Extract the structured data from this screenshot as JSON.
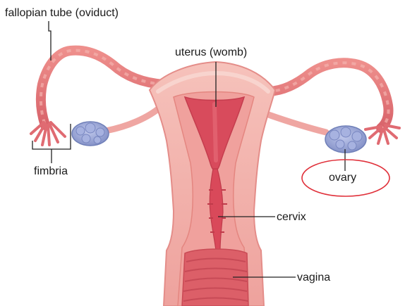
{
  "labels": {
    "fallopian_tube": "fallopian tube (oviduct)",
    "uterus": "uterus (womb)",
    "fimbria": "fimbria",
    "ovary": "ovary",
    "cervix": "cervix",
    "vagina": "vagina"
  },
  "colors": {
    "tissue_light": "#f3b3ad",
    "tissue_mid": "#e88a86",
    "tissue_dark": "#d8636a",
    "lumen": "#d9495a",
    "ovary_fill": "#9aa6d6",
    "ovary_outline": "#6f7fb8",
    "highlight_circle": "#e0303a",
    "leader_line": "#222222"
  }
}
